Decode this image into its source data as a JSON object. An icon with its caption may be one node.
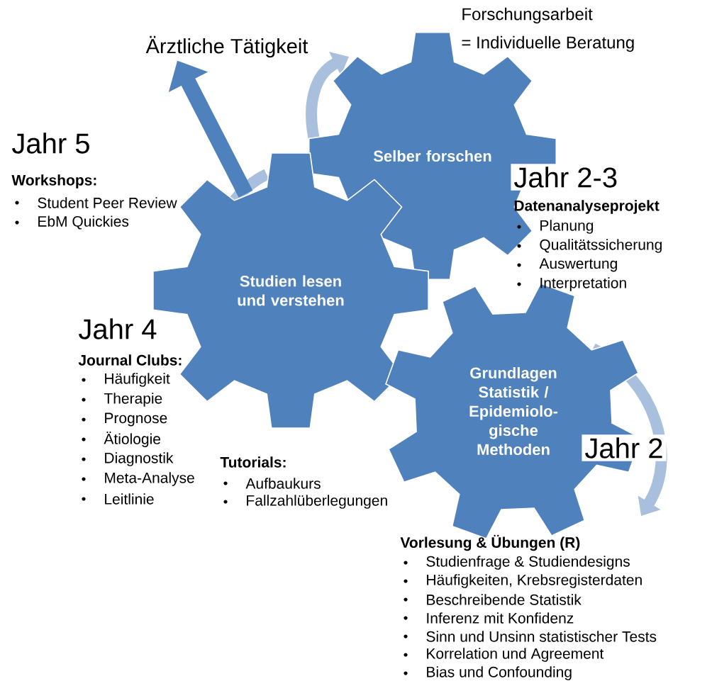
{
  "diagram": {
    "nodes": [
      {
        "text": [
          "Ärztliche Tätigkeit"
        ]
      },
      {
        "text": [
          "Selber forschen"
        ]
      },
      {
        "text": [
          "Studien lesen und verstehen"
        ]
      },
      {
        "text": [
          "Grundlagen Statistik / Epidemiolo- gische Methoden"
        ]
      }
    ],
    "edges": [
      {
        "from": 2,
        "to": 0,
        "arrow": "to"
      }
    ],
    "labels": [
      "Forschungsarbeit",
      "= Individuelle Beratung",
      "Jahr 5",
      "Workshops:",
      "Student Peer Review",
      "EbM Quickies",
      "Jahr 2-3",
      "Datenanalyseprojekt",
      "Planung",
      "Qualitätssicherung",
      "Auswertung",
      "Interpretation",
      "Jahr 4",
      "Journal Clubs:",
      "Häufigkeit",
      "Therapie",
      "Prognose",
      "Ätiologie",
      "Diagnostik",
      "Meta-Analyse",
      "Leitlinie",
      "Tutorials:",
      "Aufbaukurs",
      "Fallzahlüberlegungen",
      "Jahr 2",
      "Vorlesung & Übungen (R)",
      "Studienfrage & Studiendesigns",
      "Häufigkeiten, Krebsregisterdaten",
      "Beschreibende Statistik",
      "Inferenz mit Konfidenz",
      "Sinn und Unsinn statistischer Tests",
      "Korrelation und Agreement",
      "Bias und Confounding"
    ]
  }
}
